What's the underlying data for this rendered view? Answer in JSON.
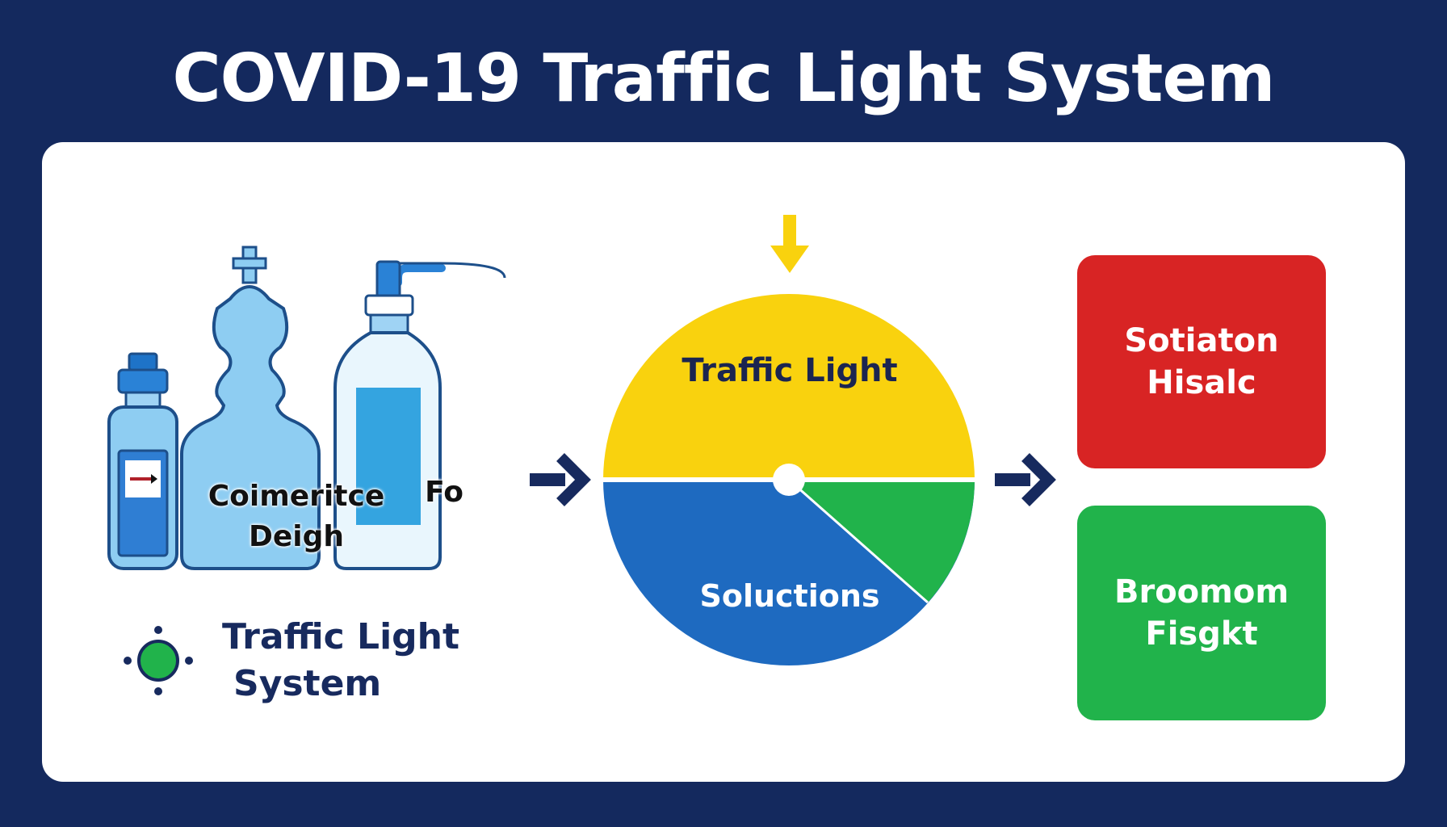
{
  "title": "COVID-19 Traffic Light System",
  "bottles": {
    "label_1_line_1": "Coimeritce",
    "label_1_line_2": "Deigh",
    "label_2": "Fo"
  },
  "legend": {
    "icon": "green-dot-icon",
    "line_1": "Traffic Light",
    "line_2": "System"
  },
  "pie": {
    "top_label": "Traffic Light",
    "bottom_label": "Soluctions",
    "colors": {
      "top": "#f9d20e",
      "bottom": "#1e6ac0",
      "wedge": "#21b34b"
    }
  },
  "cards": {
    "red": {
      "line_1": "Sotiaton",
      "line_2": "Hisalc",
      "color": "#d82424"
    },
    "green": {
      "line_1": "Broomom",
      "line_2": "Fisgkt",
      "color": "#21b34b"
    }
  },
  "colors": {
    "background": "#14295e",
    "arrow_navy": "#172a5e",
    "arrow_yellow": "#f9d20e"
  }
}
